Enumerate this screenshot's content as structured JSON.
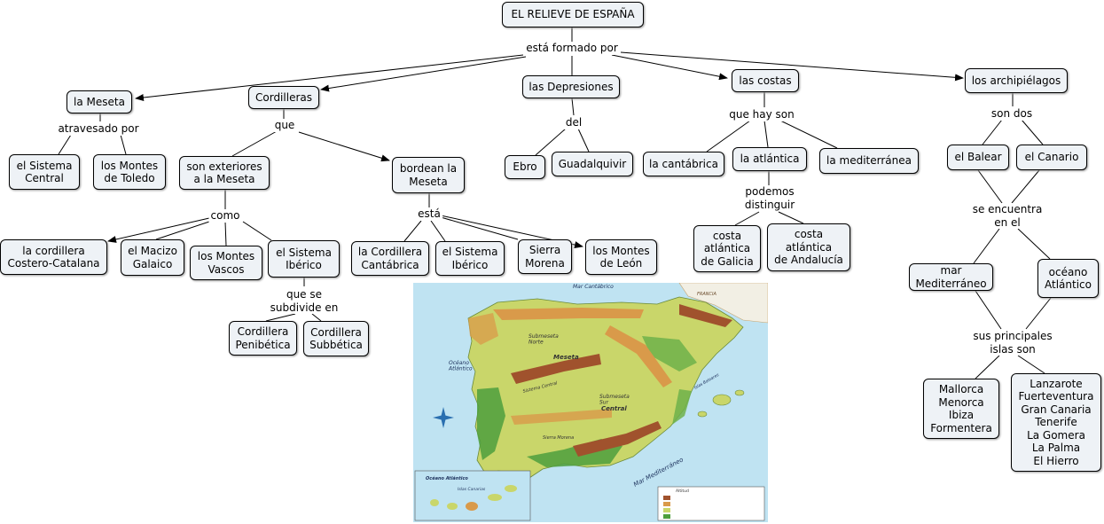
{
  "title": "EL RELIEVE DE ESPAÑA",
  "linking_phrases": {
    "esta_formado_por": "está formado por",
    "atravesado_por": "atravesado por",
    "que_cordilleras": "que",
    "como": "como",
    "que_se_subdivide": "que se\nsubdivide en",
    "esta": "está",
    "del": "del",
    "que_hay_son": "que hay son",
    "podemos_distinguir": "podemos\ndistinguir",
    "son_dos": "son dos",
    "se_encuentra": "se encuentra\nen el",
    "sus_principales": "sus principales\nislas son"
  },
  "concepts": {
    "meseta": "la Meseta",
    "cordilleras": "Cordilleras",
    "depresiones": "las Depresiones",
    "costas": "las costas",
    "archipielagos": "los archipiélagos",
    "sistema_central": "el Sistema\nCentral",
    "montes_toledo": "los Montes\nde Toledo",
    "exteriores": "son exteriores\na la Meseta",
    "bordean": "bordean la\nMeseta",
    "cordillera_costero": "la cordillera\nCostero-Catalana",
    "macizo_galaico": "el Macizo\nGalaico",
    "montes_vascos": "los Montes\nVascos",
    "sistema_iberico_1": "el Sistema\nIbérico",
    "cordillera_cantabrica": "la Cordillera\nCantábrica",
    "sistema_iberico_2": "el Sistema\nIbérico",
    "sierra_morena": "Sierra\nMorena",
    "montes_leon": "los Montes\nde León",
    "penibetica": "Cordillera\nPenibética",
    "subbetica": "Cordillera\nSubbética",
    "ebro": "Ebro",
    "guadalquivir": "Guadalquivir",
    "cantabrica": "la cantábrica",
    "atlantica": "la atlántica",
    "mediterranea": "la mediterránea",
    "costa_galicia": "costa\natlántica\nde Galicia",
    "costa_andalucia": "costa\natlántica\nde Andalucía",
    "balear": "el Balear",
    "canario": "el Canario",
    "mar_mediterraneo": "mar Mediterráneo",
    "oceano_atlantico": "océano\nAtlántico",
    "islas_baleares": "Mallorca\nMenorca\nIbiza\nFormentera",
    "islas_canarias": "Lanzarote\nFuerteventura\nGran Canaria\nTenerife\nLa Gomera\nLa Palma\nEl Hierro"
  },
  "map_labels": {
    "mar_cantabrico": "Mar Cantábrico",
    "francia": "FRANCIA",
    "oceano_atlantico_map": "Océano\nAtlántico",
    "meseta_norte": "Submeseta\nNorte",
    "meseta": "Meseta",
    "meseta_sur": "Submeseta\nSur",
    "central": "Central",
    "mar_mediterraneo_map": "Mar Mediterráneo",
    "sierra_morena_map": "Sierra Morena",
    "sistema_central_map": "Sistema Central",
    "oceano_atlantico_inset": "Océano Atlántico",
    "islas_canarias_inset": "Islas Canarias",
    "islas_baleares_map": "Islas Baleares",
    "legend_title": "Altitud"
  },
  "colors": {
    "node_fill": "#eef2f6",
    "border": "#000000",
    "sea": "#bfe3f2",
    "lowland": "#4e9f3d",
    "plateau": "#c9d66a",
    "highland": "#d99a4a",
    "mountain": "#a0522d"
  }
}
